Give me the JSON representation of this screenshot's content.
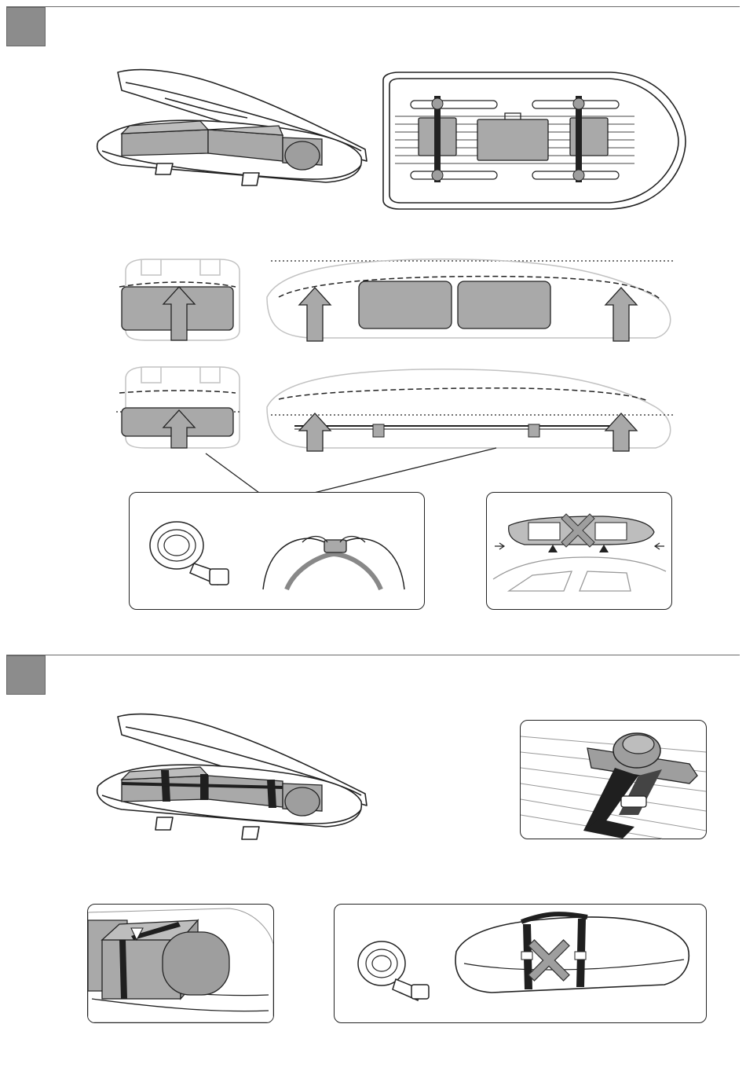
{
  "colors": {
    "step_marker": "#8c8c8c",
    "rule": "#6b6b6b",
    "cargo_fill": "#a9a9a9",
    "strap": "#1f1f1f",
    "outline_light": "#c2c2c2"
  },
  "steps": [
    {
      "icon": "step-1-marker-square"
    },
    {
      "icon": "step-2-marker-square"
    }
  ],
  "step1": {
    "figures": [
      "open-roof-box-with-luggage",
      "top-view-luggage-layout",
      "box-front-view-max-height",
      "box-side-view-max-height",
      "box-front-view-load-low",
      "box-side-view-load-low"
    ],
    "insets": {
      "strap_inset": [
        "strap-roll-icon",
        "hands-fastening-buckle-icon"
      ],
      "warning_inset": [
        "forbidden-x-icon",
        "roof-bars-car-icon"
      ]
    }
  },
  "step2": {
    "figures": [
      "open-roof-box-strapped-luggage",
      "strap-anchor-knob-closeup",
      "strapped-cargo-closeup",
      "strap-around-closed-box-forbidden"
    ]
  }
}
